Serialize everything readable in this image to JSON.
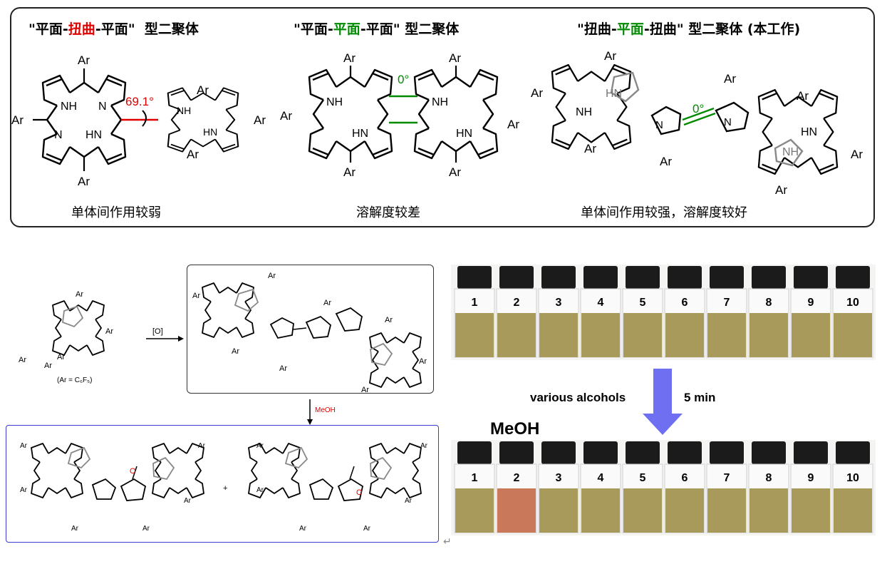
{
  "top_panel": {
    "titles": [
      {
        "q1": "\"",
        "a": "平面-",
        "b": "扭曲",
        "c": "-平面",
        "q2": "\"",
        "d": "型二聚体"
      },
      {
        "q1": "\"",
        "a": "平面-",
        "b": "平面",
        "c": "-平面",
        "q2": "\"",
        "d": "型二聚体"
      },
      {
        "q1": "\"",
        "a": "扭曲-",
        "b": "平面",
        "c": "-扭曲",
        "q2": "\"",
        "d": "型二聚体",
        "e": "(本工作)"
      }
    ],
    "captions": [
      "单体间作用较弱",
      "溶解度较差",
      "单体间作用较强，溶解度较好"
    ],
    "angles": [
      "69.1°",
      "0°",
      "0°"
    ],
    "ar": "Ar",
    "nh": "NH",
    "hn": "HN",
    "n": "N"
  },
  "scheme": {
    "ar_def": "(Ar = C₆F₅)",
    "oxidant": "[O]",
    "reagent": "MeOH",
    "plus": "+",
    "methoxy": "O"
  },
  "photo": {
    "vial_numbers": [
      "1",
      "2",
      "3",
      "4",
      "5",
      "6",
      "7",
      "8",
      "9",
      "10"
    ],
    "arrow_left": "various alcohols",
    "arrow_right": "5 min",
    "meoh_label": "MeOH",
    "colors": {
      "solution": "#a89a5a",
      "highlight": "#c9785a",
      "cap": "#1b1b1b",
      "arrow": "#6f6ff2"
    }
  }
}
